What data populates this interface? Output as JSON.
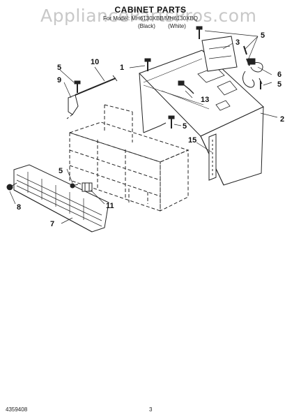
{
  "header": {
    "watermark": "AppliancePartsPros.com",
    "title": "CABINET PARTS",
    "model_line": "For Model: MH6130XBB/MH6130XBQ",
    "color_labels": [
      "(Black)",
      "(White)"
    ]
  },
  "callouts": {
    "c1": "1",
    "c2": "2",
    "c3": "3",
    "c5a": "5",
    "c5b": "5",
    "c5c": "5",
    "c5d": "5",
    "c5e": "5",
    "c6": "6",
    "c7": "7",
    "c8": "8",
    "c9": "9",
    "c10": "10",
    "c11": "11",
    "c13": "13",
    "c15": "15"
  },
  "footer": {
    "doc_number": "4359408",
    "page_number": "3"
  },
  "colors": {
    "line": "#222222",
    "background": "#ffffff",
    "watermark": "#c8c8c8"
  }
}
